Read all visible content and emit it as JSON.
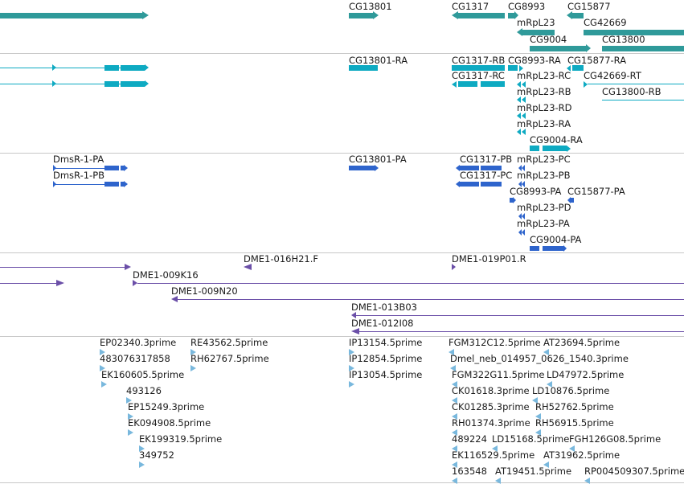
{
  "colors": {
    "gene": "#2f9a9a",
    "transcript": "#0eaac2",
    "protein": "#2e64cc",
    "clone": "#6b4fa8",
    "est": "#79b8dd",
    "separator": "#c8c8c8",
    "text": "#1a1a1a"
  },
  "tracks": {
    "genes": {
      "labels": [
        "CG13801",
        "CG1317",
        "CG8993",
        "CG15877",
        "mRpL23",
        "CG42669",
        "CG9004",
        "CG13800"
      ]
    },
    "transcripts": {
      "labels": [
        "CG13801-RA",
        "CG1317-RB",
        "CG8993-RA",
        "CG15877-RA",
        "CG1317-RC",
        "mRpL23-RC",
        "CG42669-RT",
        "mRpL23-RB",
        "CG13800-RB",
        "mRpL23-RD",
        "mRpL23-RA",
        "CG9004-RA"
      ]
    },
    "proteins": {
      "labels": [
        "DmsR-1-PA",
        "DmsR-1-PB",
        "CG13801-PA",
        "CG1317-PB",
        "mRpL23-PC",
        "CG1317-PC",
        "mRpL23-PB",
        "CG8993-PA",
        "CG15877-PA",
        "mRpL23-PD",
        "mRpL23-PA",
        "CG9004-PA"
      ]
    },
    "clones": {
      "labels": [
        "DME1-016H21.F",
        "DME1-019P01.R",
        "DME1-009K16",
        "DME1-009N20",
        "DME1-013B03",
        "DME1-012I08"
      ]
    },
    "ests": {
      "labels": [
        "EP02340.3prime",
        "RE43562.5prime",
        "483076317858",
        "RH62767.5prime",
        "EK160605.5prime",
        "493126",
        "EP15249.3prime",
        "EK094908.5prime",
        "EK199319.5prime",
        "349752",
        "IP13154.5prime",
        "IP12854.5prime",
        "IP13054.5prime",
        "FGM312C12.5prime",
        "AT23694.5prime",
        "Dmel_neb_014957_0626_1540.3prime",
        "FGM322G11.5prime",
        "LD47972.5prime",
        "CK01618.3prime",
        "LD10876.5prime",
        "CK01285.3prime",
        "RH52762.5prime",
        "RH01374.3prime",
        "RH56915.5prime",
        "489224",
        "LD15168.5prime",
        "FGH126G08.5prime",
        "EK116529.5prime",
        "AT31962.5prime",
        "163548",
        "AT19451.5prime",
        "RP004509307.5prime"
      ]
    }
  }
}
